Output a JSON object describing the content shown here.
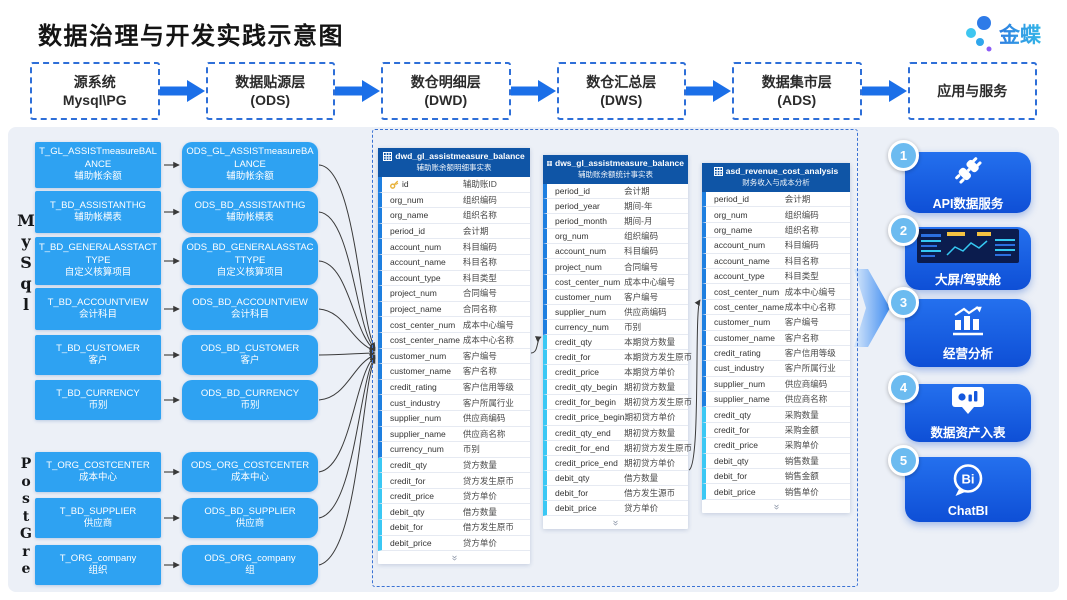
{
  "title": "数据治理与开发实践示意图",
  "logo": {
    "text": "金蝶"
  },
  "colors": {
    "box_blue": "#2EA2F2",
    "header_blue": "#0F55A6",
    "app_blue": "#1A5FE4",
    "strip_dim": "#1E7FE0",
    "strip_measure": "#3BC8F4",
    "arrow_blue": "#1B6FE8",
    "panel_bg": "#ECF0F7"
  },
  "pipeline": [
    {
      "line1": "源系统",
      "line2": "Mysql\\PG"
    },
    {
      "line1": "数据贴源层",
      "line2": "(ODS)"
    },
    {
      "line1": "数仓明细层",
      "line2": "(DWD)"
    },
    {
      "line1": "数仓汇总层",
      "line2": "(DWS)"
    },
    {
      "line1": "数据集市层",
      "line2": "(ADS)"
    },
    {
      "line1": "应用与服务",
      "line2": ""
    }
  ],
  "sources": {
    "mysql": {
      "db": "MySql",
      "tables": [
        {
          "name": "T_GL_ASSISTmeasureBALANCE",
          "desc": "辅助帐余额"
        },
        {
          "name": "T_BD_ASSISTANTHG",
          "desc": "辅助帐横表"
        },
        {
          "name": "T_BD_GENERALASSTACTTYPE",
          "desc": "自定义核算项目"
        },
        {
          "name": "T_BD_ACCOUNTVIEW",
          "desc": "会计科目"
        },
        {
          "name": "T_BD_CUSTOMER",
          "desc": "客户"
        },
        {
          "name": "T_BD_CURRENCY",
          "desc": "币别"
        }
      ]
    },
    "postgre": {
      "db": "PostGre",
      "tables": [
        {
          "name": "T_ORG_COSTCENTER",
          "desc": "成本中心"
        },
        {
          "name": "T_BD_SUPPLIER",
          "desc": "供应商"
        },
        {
          "name": "T_ORG_company",
          "desc": "组织"
        }
      ]
    }
  },
  "ods": {
    "upper": [
      {
        "name": "ODS_GL_ASSISTmeasureBALANCE",
        "desc": "辅助帐余额"
      },
      {
        "name": "ODS_BD_ASSISTANTHG",
        "desc": "辅助帐横表"
      },
      {
        "name": "ODS_BD_GENERALASSTACTTYPE",
        "desc": "自定义核算项目"
      },
      {
        "name": "ODS_BD_ACCOUNTVIEW",
        "desc": "会计科目"
      },
      {
        "name": "ODS_BD_CUSTOMER",
        "desc": "客户"
      },
      {
        "name": "ODS_BD_CURRENCY",
        "desc": "币别"
      }
    ],
    "lower": [
      {
        "name": "ODS_ORG_COSTCENTER",
        "desc": "成本中心"
      },
      {
        "name": "ODS_BD_SUPPLIER",
        "desc": "供应商"
      },
      {
        "name": "ODS_ORG_company",
        "desc": "组"
      }
    ]
  },
  "dwd_table": {
    "name": "dwd_gl_assistmeasure_balance",
    "subtitle": "辅助账余额明细事实表",
    "fields": [
      {
        "name": "id",
        "desc": "辅助账ID",
        "key": true
      },
      {
        "name": "org_num",
        "desc": "组织编码"
      },
      {
        "name": "org_name",
        "desc": "组织名称"
      },
      {
        "name": "period_id",
        "desc": "会计期"
      },
      {
        "name": "account_num",
        "desc": "科目编码"
      },
      {
        "name": "account_name",
        "desc": "科目名称"
      },
      {
        "name": "account_type",
        "desc": "科目类型"
      },
      {
        "name": "project_num",
        "desc": "合同编号"
      },
      {
        "name": "project_name",
        "desc": "合同名称"
      },
      {
        "name": "cost_center_num",
        "desc": "成本中心编号"
      },
      {
        "name": "cost_center_name",
        "desc": "成本中心名称"
      },
      {
        "name": "customer_num",
        "desc": "客户编号"
      },
      {
        "name": "customer_name",
        "desc": "客户名称"
      },
      {
        "name": "credit_rating",
        "desc": "客户信用等级"
      },
      {
        "name": "cust_industry",
        "desc": "客户所属行业"
      },
      {
        "name": "supplier_num",
        "desc": "供应商编码"
      },
      {
        "name": "supplier_name",
        "desc": "供应商名称"
      },
      {
        "name": "currency_num",
        "desc": "币别"
      },
      {
        "name": "credit_qty",
        "desc": "贷方数量",
        "m": true
      },
      {
        "name": "credit_for",
        "desc": "贷方发生原币",
        "m": true
      },
      {
        "name": "credit_price",
        "desc": "贷方单价",
        "m": true
      },
      {
        "name": "debit_qty",
        "desc": "借方数量",
        "m": true
      },
      {
        "name": "debit_for",
        "desc": "借方发生原币",
        "m": true
      },
      {
        "name": "debit_price",
        "desc": "贷方单价",
        "m": true
      }
    ]
  },
  "dws_table": {
    "name": "dws_gl_assistmeasure_balance",
    "subtitle": "辅助账余额统计事实表",
    "fields": [
      {
        "name": "period_id",
        "desc": "会计期"
      },
      {
        "name": "period_year",
        "desc": "期间-年"
      },
      {
        "name": "period_month",
        "desc": "期间-月"
      },
      {
        "name": "org_num",
        "desc": "组织编码"
      },
      {
        "name": "account_num",
        "desc": "科目编码"
      },
      {
        "name": "project_num",
        "desc": "合同编号"
      },
      {
        "name": "cost_center_num",
        "desc": "成本中心编号"
      },
      {
        "name": "customer_num",
        "desc": "客户编号"
      },
      {
        "name": "supplier_num",
        "desc": "供应商编码"
      },
      {
        "name": "currency_num",
        "desc": "币别"
      },
      {
        "name": "credit_qty",
        "desc": "本期贷方数量",
        "m": true
      },
      {
        "name": "credit_for",
        "desc": "本期贷方发生原币",
        "m": true
      },
      {
        "name": "credit_price",
        "desc": "本期贷方单价",
        "m": true
      },
      {
        "name": "credit_qty_begin",
        "desc": "期初贷方数量",
        "m": true
      },
      {
        "name": "credit_for_begin",
        "desc": "期初贷方发生原币",
        "m": true
      },
      {
        "name": "credit_price_begin",
        "desc": "期初贷方单价",
        "m": true
      },
      {
        "name": "credit_qty_end",
        "desc": "期初贷方数量",
        "m": true
      },
      {
        "name": "credit_for_end",
        "desc": "期初贷方发生原币",
        "m": true
      },
      {
        "name": "credit_price_end",
        "desc": "期初贷方单价",
        "m": true
      },
      {
        "name": "debit_qty",
        "desc": "借方数量",
        "m": true
      },
      {
        "name": "debit_for",
        "desc": "借方发生源币",
        "m": true
      },
      {
        "name": "debit_price",
        "desc": "贷方单价",
        "m": true
      }
    ]
  },
  "ads_table": {
    "name": "asd_revenue_cost_analysis",
    "subtitle": "财务收入与成本分析",
    "fields": [
      {
        "name": "period_id",
        "desc": "会计期"
      },
      {
        "name": "org_num",
        "desc": "组织编码"
      },
      {
        "name": "org_name",
        "desc": "组织名称"
      },
      {
        "name": "account_num",
        "desc": "科目编码"
      },
      {
        "name": "account_name",
        "desc": "科目名称"
      },
      {
        "name": "account_type",
        "desc": "科目类型"
      },
      {
        "name": "cost_center_num",
        "desc": "成本中心编号"
      },
      {
        "name": "cost_center_name",
        "desc": "成本中心名称"
      },
      {
        "name": "customer_num",
        "desc": "客户编号"
      },
      {
        "name": "customer_name",
        "desc": "客户名称"
      },
      {
        "name": "credit_rating",
        "desc": "客户信用等级"
      },
      {
        "name": "cust_industry",
        "desc": "客户所属行业"
      },
      {
        "name": "supplier_num",
        "desc": "供应商编码"
      },
      {
        "name": "supplier_name",
        "desc": "供应商名称"
      },
      {
        "name": "credit_qty",
        "desc": "采购数量",
        "m": true
      },
      {
        "name": "credit_for",
        "desc": "采购金额",
        "m": true
      },
      {
        "name": "credit_price",
        "desc": "采购单价",
        "m": true
      },
      {
        "name": "debit_qty",
        "desc": "销售数量",
        "m": true
      },
      {
        "name": "debit_for",
        "desc": "销售金额",
        "m": true
      },
      {
        "name": "debit_price",
        "desc": "销售单价",
        "m": true
      }
    ]
  },
  "apps": [
    {
      "num": "1",
      "label": "API数据服务",
      "icon": "plug-icon"
    },
    {
      "num": "2",
      "label": "大屏/驾驶舱",
      "icon": "dashboard-icon"
    },
    {
      "num": "3",
      "label": "经营分析",
      "icon": "chart-icon"
    },
    {
      "num": "4",
      "label": "数据资产入表",
      "icon": "screen-icon"
    },
    {
      "num": "5",
      "label": "ChatBI",
      "icon": "chatbi-icon"
    }
  ]
}
